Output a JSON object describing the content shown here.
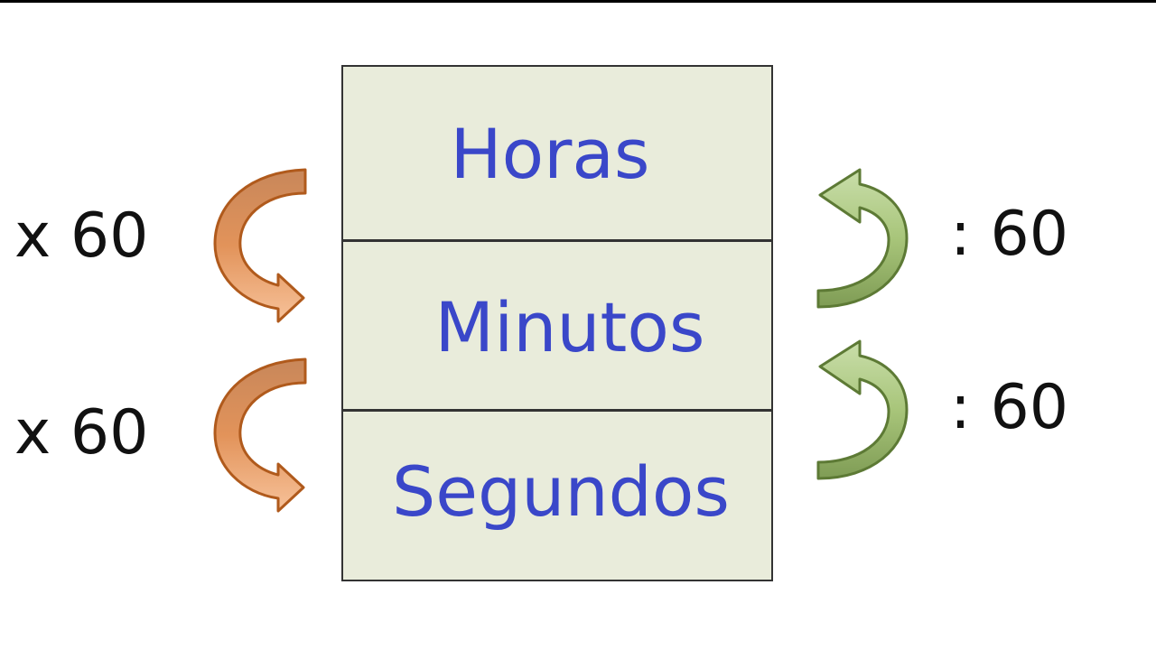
{
  "units": {
    "horas": "Horas",
    "minutos": "Minutos",
    "segundos": "Segundos"
  },
  "operations": {
    "multiply_1": "x 60",
    "multiply_2": "x 60",
    "divide_1": ": 60",
    "divide_2": ": 60"
  },
  "colors": {
    "unit_text": "#3a47c9",
    "table_fill": "#e9ecdb",
    "multiply_arrow": "#e99a5e",
    "divide_arrow": "#9fbf6a"
  },
  "icons": {
    "multiply_arrow": "curved-arrow-down-icon",
    "divide_arrow": "curved-arrow-up-icon"
  }
}
